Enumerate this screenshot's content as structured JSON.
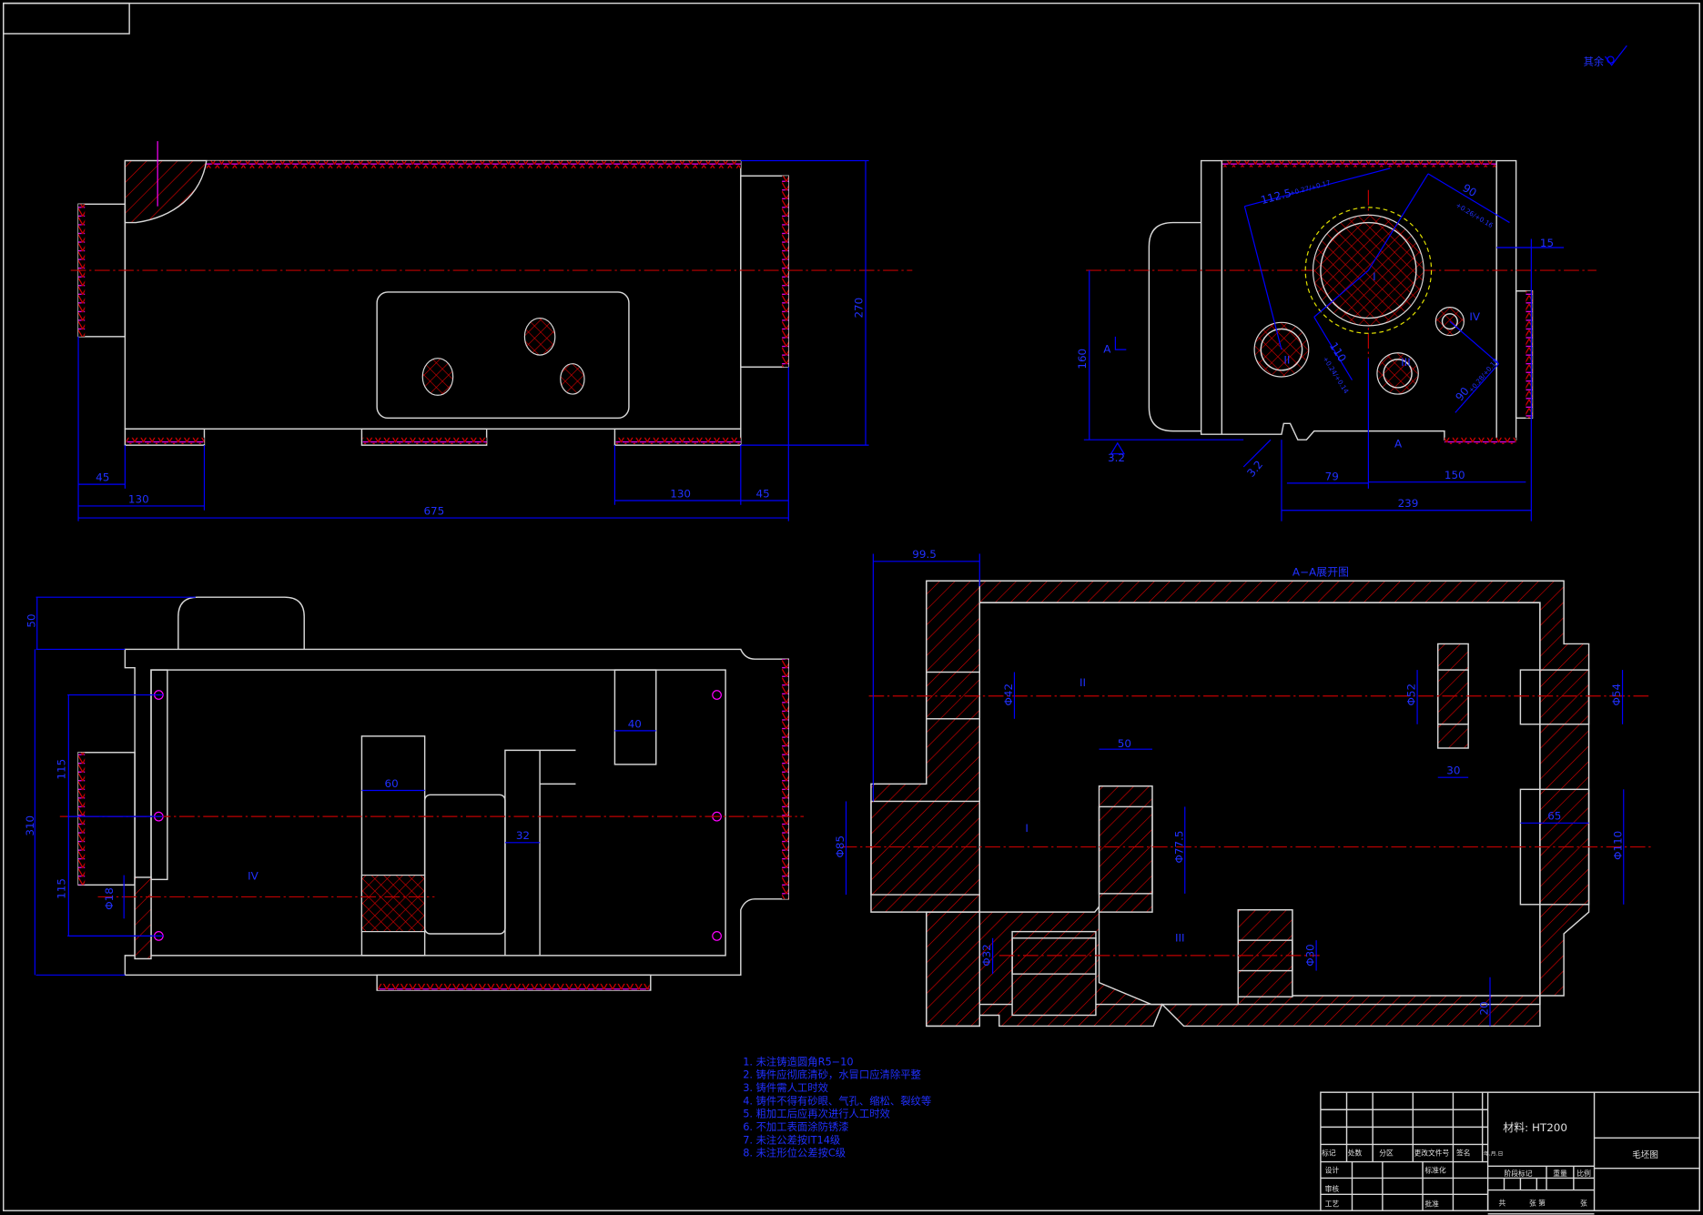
{
  "drawing": {
    "surface_roughness_note": "其余",
    "roughness_values": [
      "3.2",
      "3.2"
    ],
    "view_labels": {
      "I": "I",
      "II": "II",
      "III": "III",
      "IV": "IV",
      "A": "A"
    },
    "section_title": "A−A展开图"
  },
  "dimensions": {
    "top_view": {
      "height": "270",
      "left_flange": "45",
      "left_foot": "130",
      "overall": "675",
      "right_foot": "130",
      "right_flange": "45"
    },
    "side_view": {
      "radius_1": "112.5",
      "radius_1_tol": "+0.27/+0.17",
      "center_2": "90",
      "center_2_tol": "+0.26/+0.16",
      "center_3": "110",
      "center_3_tol": "+0.24/+0.14",
      "center_4": "90",
      "center_4_tol": "+0.28/+0.18",
      "offset": "15",
      "height": "160",
      "left": "79",
      "right": "150",
      "overall": "239"
    },
    "bottom_view": {
      "boss": "50",
      "overall": "310",
      "upper": "115",
      "lower": "115",
      "dia": "Φ18",
      "slot": "60",
      "rib": "32",
      "pocket": "40"
    },
    "section": {
      "flange": "99.5",
      "d42": "Φ42",
      "d52": "Φ52",
      "d54": "Φ54",
      "w50": "50",
      "w30": "30",
      "w65": "65",
      "d77": "Φ77.5",
      "d85": "Φ85",
      "d110": "Φ110",
      "d32": "Φ32",
      "d30": "Φ30",
      "t20": "20"
    }
  },
  "notes": [
    "1. 未注铸造圆角R5−10",
    "2. 铸件应彻底清砂，水冒口应清除平整",
    "3. 铸件需人工时效",
    "4. 铸件不得有砂眼、气孔、缩松、裂纹等",
    "5. 粗加工后应再次进行人工时效",
    "6. 不加工表面涂防锈漆",
    "7. 未注公差按IT14级",
    "8. 未注形位公差按C级"
  ],
  "title_block": {
    "material": "材料: HT200",
    "drawing_name": "毛坯图",
    "headers": [
      "标记",
      "处数",
      "分区",
      "更改文件号",
      "签名",
      "年.月.日"
    ],
    "design": "设计",
    "standardization": "标准化",
    "review": "审核",
    "process": "工艺",
    "approve": "批准",
    "stage_mark": "阶段标记",
    "weight": "重量",
    "scale": "比例",
    "total": "共",
    "sheets": "张 第",
    "sheet": "张"
  }
}
